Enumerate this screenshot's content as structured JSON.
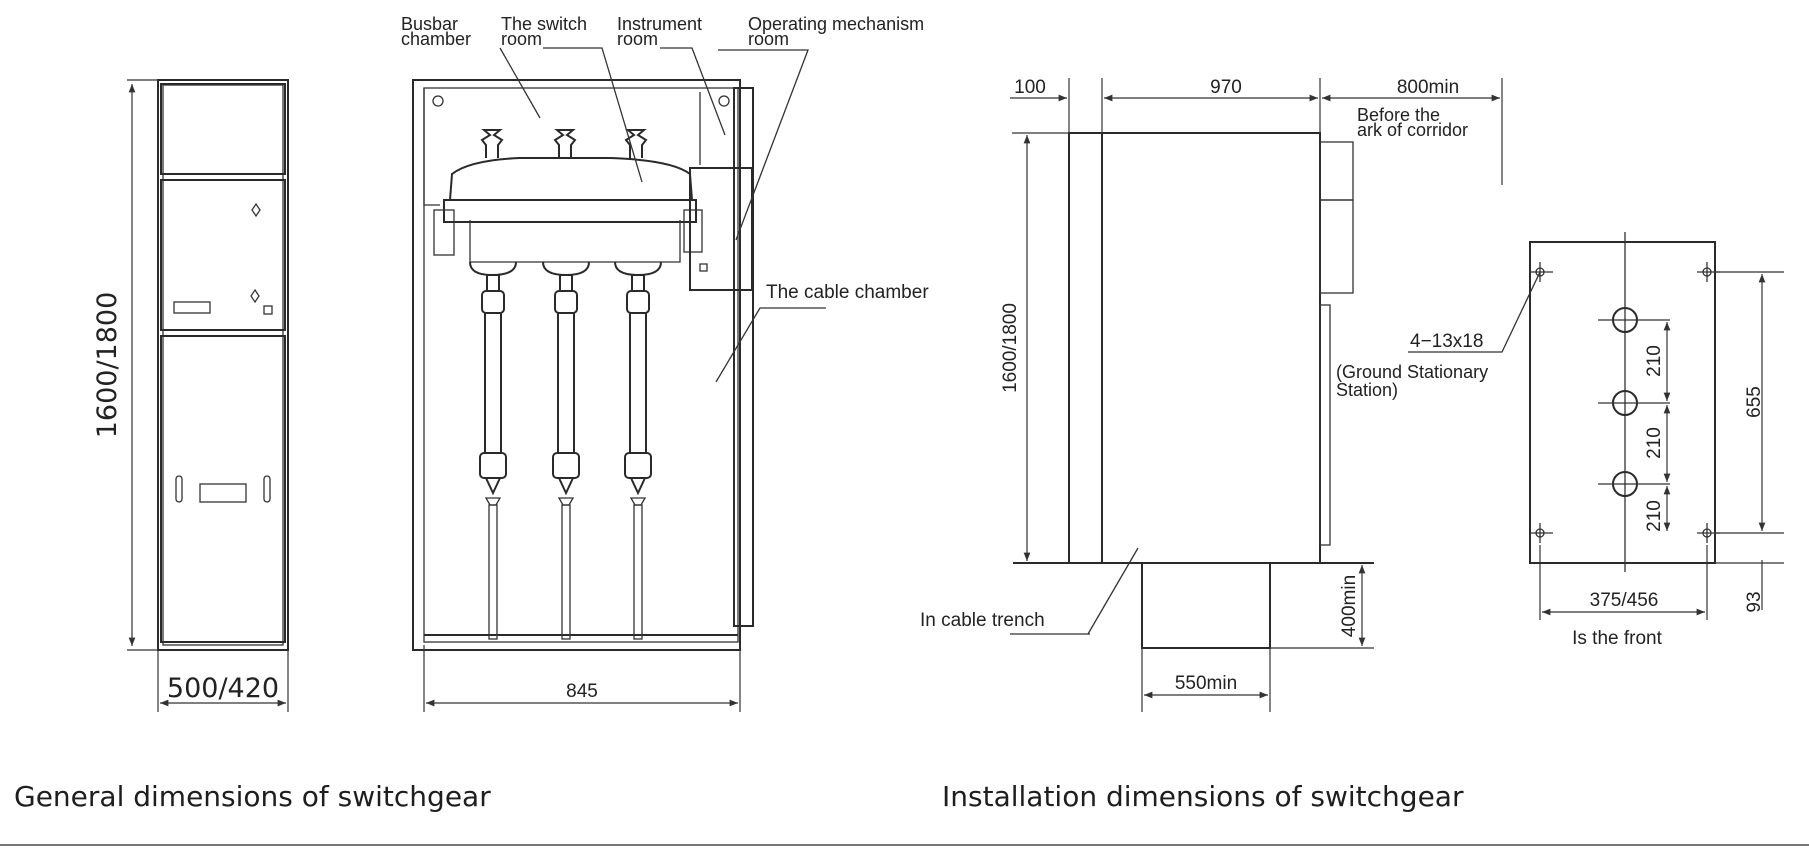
{
  "front_view": {
    "height_dim": "1600/1800",
    "width_dim": "500/420"
  },
  "section_view": {
    "label_busbar_1": "Busbar",
    "label_busbar_2": "chamber",
    "label_switch_1": "The switch",
    "label_switch_2": "room",
    "label_instrument_1": "Instrument",
    "label_instrument_2": "room",
    "label_operating_1": "Operating mechanism",
    "label_operating_2": "room",
    "label_cable": "The cable chamber",
    "width_dim": "845"
  },
  "install_side": {
    "dim_100": "100",
    "dim_970": "970",
    "dim_800": "800min",
    "corridor_1": "Before the",
    "corridor_2": "ark of corridor",
    "height_dim": "1600/1800",
    "ground_1": "(Ground Stationary",
    "ground_2": "Station)",
    "trench_label": "In cable trench",
    "trench_depth": "400min",
    "trench_width": "550min"
  },
  "install_plan": {
    "holes": "4−13x18",
    "dim_210a": "210",
    "dim_210b": "210",
    "dim_210c": "210",
    "dim_655": "655",
    "dim_93": "93",
    "dim_width": "375/456",
    "front_label": "Is the front"
  },
  "captions": {
    "general": "General dimensions of switchgear",
    "installation": "Installation dimensions of switchgear"
  }
}
